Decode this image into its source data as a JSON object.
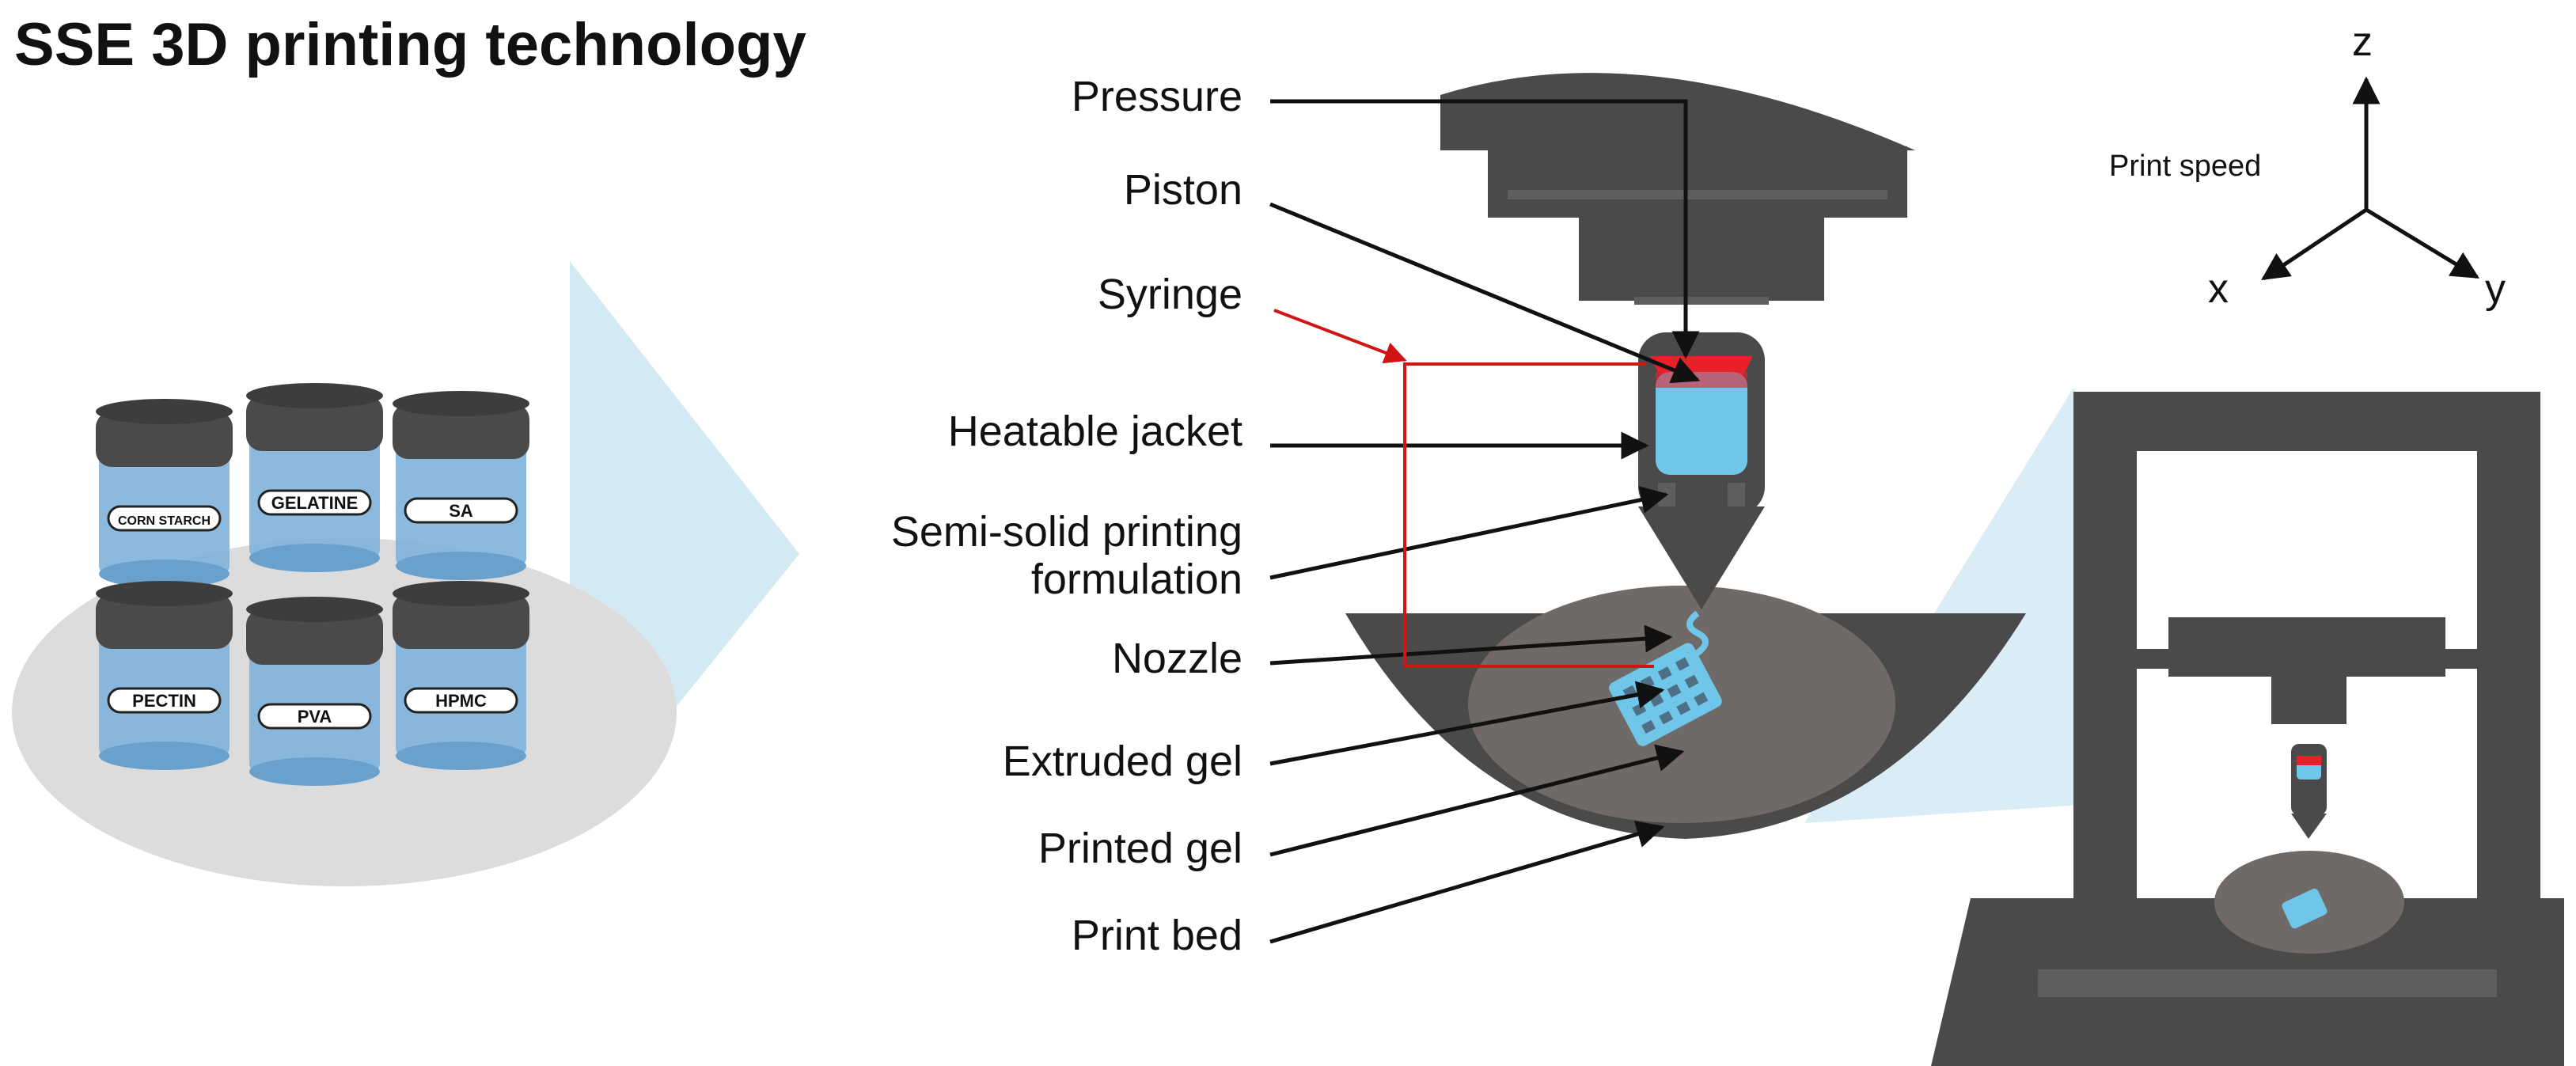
{
  "title": "SSE 3D printing technology",
  "materials": [
    "CORN STARCH",
    "GELATINE",
    "SA",
    "PECTIN",
    "PVA",
    "HPMC"
  ],
  "callouts": {
    "pressure": "Pressure",
    "piston": "Piston",
    "syringe": "Syringe",
    "jacket": "Heatable jacket",
    "formulation_1": "Semi-solid printing",
    "formulation_2": "formulation",
    "nozzle": "Nozzle",
    "extruded": "Extruded gel",
    "printed": "Printed gel",
    "bed": "Print bed"
  },
  "axes": {
    "z": "z",
    "x": "x",
    "y": "y",
    "speed": "Print speed"
  },
  "colors": {
    "dark_gray": "#4a4a4a",
    "mid_gray": "#6f6a68",
    "gel_blue": "#6fc6e8",
    "jar_blue": "#7fb3dc",
    "piston_red": "#e8202a",
    "callout_red": "#d11414",
    "cone_blue": "#d3eaf4"
  }
}
